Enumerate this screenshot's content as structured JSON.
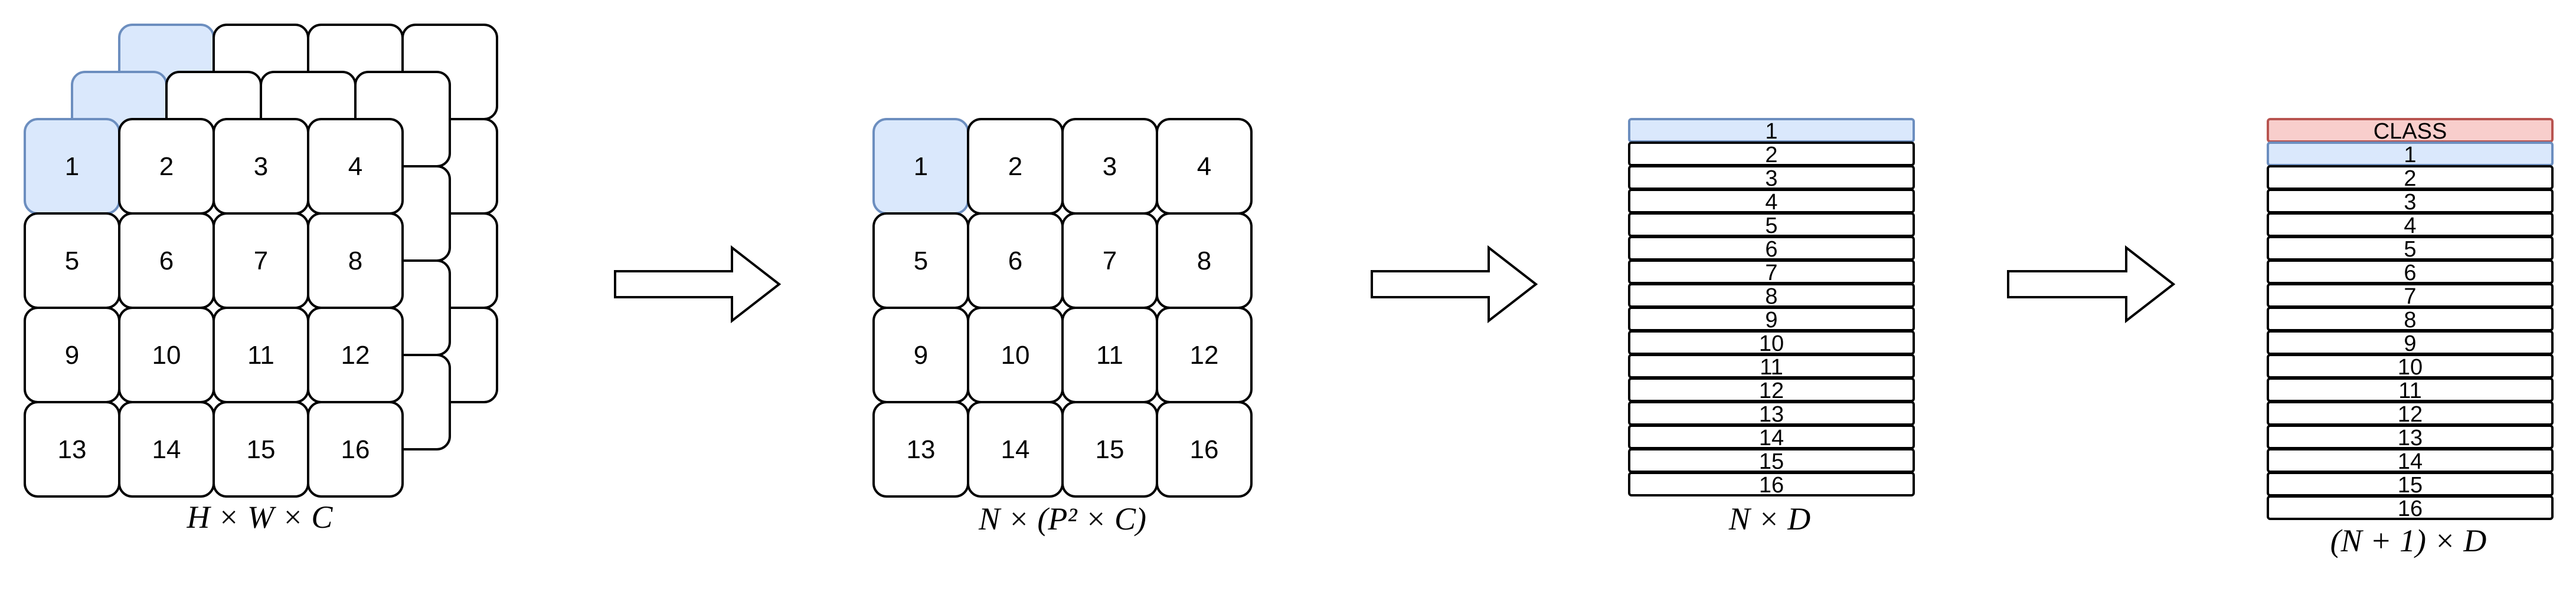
{
  "colors": {
    "stroke": "#000000",
    "highlight_fill": "#dae8fc",
    "highlight_stroke": "#6c8ebf",
    "class_fill": "#f8cecc",
    "class_stroke": "#b85450",
    "cell_fill": "#ffffff"
  },
  "stages": {
    "image": {
      "label": "H × W × C",
      "patches": [
        "1",
        "2",
        "3",
        "4",
        "5",
        "6",
        "7",
        "8",
        "9",
        "10",
        "11",
        "12",
        "13",
        "14",
        "15",
        "16"
      ]
    },
    "patch_grid": {
      "label": "N × (P² × C)",
      "patches": [
        "1",
        "2",
        "3",
        "4",
        "5",
        "6",
        "7",
        "8",
        "9",
        "10",
        "11",
        "12",
        "13",
        "14",
        "15",
        "16"
      ]
    },
    "embeddings": {
      "label": "N × D",
      "tokens": [
        "1",
        "2",
        "3",
        "4",
        "5",
        "6",
        "7",
        "8",
        "9",
        "10",
        "11",
        "12",
        "13",
        "14",
        "15",
        "16"
      ]
    },
    "with_class": {
      "label": "(N + 1) × D",
      "class_token": "CLASS",
      "tokens": [
        "1",
        "2",
        "3",
        "4",
        "5",
        "6",
        "7",
        "8",
        "9",
        "10",
        "11",
        "12",
        "13",
        "14",
        "15",
        "16"
      ]
    }
  },
  "icons": {
    "arrow_1": "right-arrow-icon",
    "arrow_2": "right-arrow-icon",
    "arrow_3": "right-arrow-icon"
  }
}
